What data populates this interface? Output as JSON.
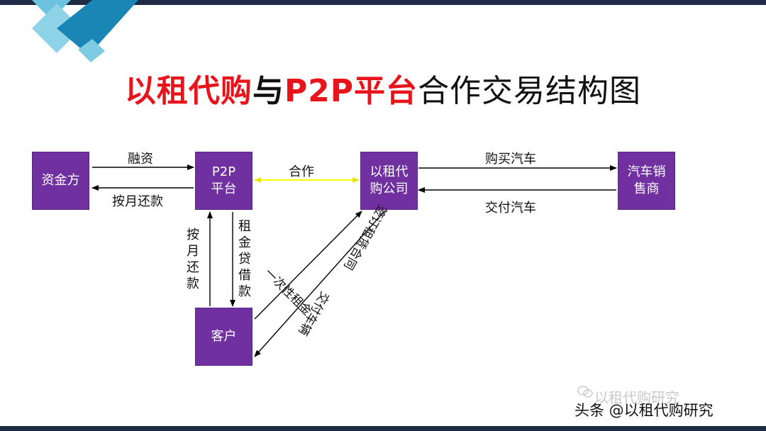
{
  "slide": {
    "title_parts": [
      "以租代购",
      "与",
      "P2P平台",
      "合作交易结构图"
    ]
  },
  "nodes": {
    "fund": "资金方",
    "p2p": "P2P\n平台",
    "company": "以租代\n购公司",
    "dealer": "汽车销\n售商",
    "customer": "客户"
  },
  "edges": {
    "financing": "融资",
    "monthly_repay": "按月还款",
    "cooperate": "合作",
    "buy_car": "购买汽车",
    "deliver_car": "交付汽车",
    "customer_monthly_repay": "按月还款",
    "rent_loan": "租金贷借款",
    "one_time_rent": "一次性租金",
    "sign_lease": "签订租赁合同",
    "deliver_vehicle": "交付车辆"
  },
  "watermark": {
    "faint": "以租代购研究",
    "main": "头条 @以租代购研究"
  },
  "colors": {
    "node_fill": "#7030a0",
    "title_red": "#e8141b",
    "cooperate_line": "#ffff00",
    "bar": "#1f2a44"
  }
}
